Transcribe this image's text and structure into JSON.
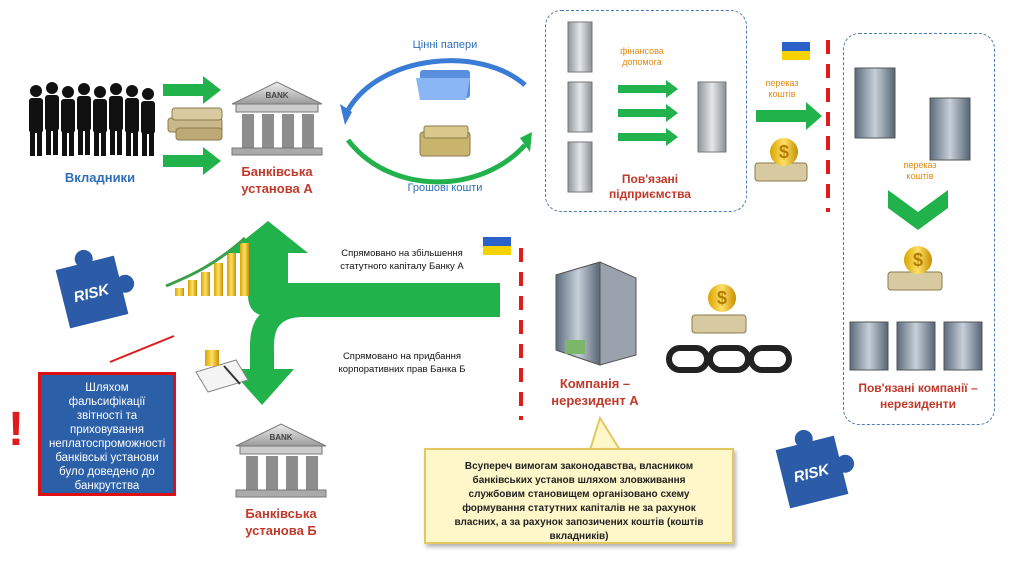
{
  "labels": {
    "depositors": "Вкладники",
    "bank_a": "Банківська установа А",
    "bank_a_line1": "Банківська",
    "bank_a_line2": "установа А",
    "bank_b_line1": "Банківська",
    "bank_b_line2": "установа Б",
    "bank_sign": "BANK",
    "securities": "Цінні папери",
    "money": "Грошові кошти",
    "financial_aid_line1": "фінансова",
    "financial_aid_line2": "допомога",
    "related_enterprises_line1": "Пов'язані",
    "related_enterprises_line2": "підприємства",
    "transfer_line1": "переказ",
    "transfer_line2": "коштів",
    "transfer2_line1": "переказ",
    "transfer2_line2": "коштів",
    "capital_line1": "Спрямовано на збільшення",
    "capital_line2": "статутного капіталу Банку А",
    "rights_line1": "Спрямовано на придбання",
    "rights_line2": "корпоративних прав Банка Б",
    "company_line1": "Компанія –",
    "company_line2": "нерезидент А",
    "related_companies_line1": "Пов'язані компанії –",
    "related_companies_line2": "нерезиденти",
    "risk": "RISK",
    "exclamation": "!"
  },
  "falsification_box": "Шляхом фальсифікації звітності та приховування неплатоспроможності банківські установи було доведено до банкрутства",
  "note_box": "Всупереч вимогам законодавства, власником банківських установ шляхом зловживання службовим становищем організовано схему формування статутних капіталів не за рахунок власних, а за рахунок запозичених коштів (коштів вкладників)",
  "colors": {
    "green_arrow": "#22b24c",
    "red_text": "#c0392b",
    "blue_text": "#2e6fb8",
    "box_blue": "#2b5fa8",
    "ukraine_blue": "#2a62c9",
    "ukraine_yellow": "#f5d200"
  }
}
